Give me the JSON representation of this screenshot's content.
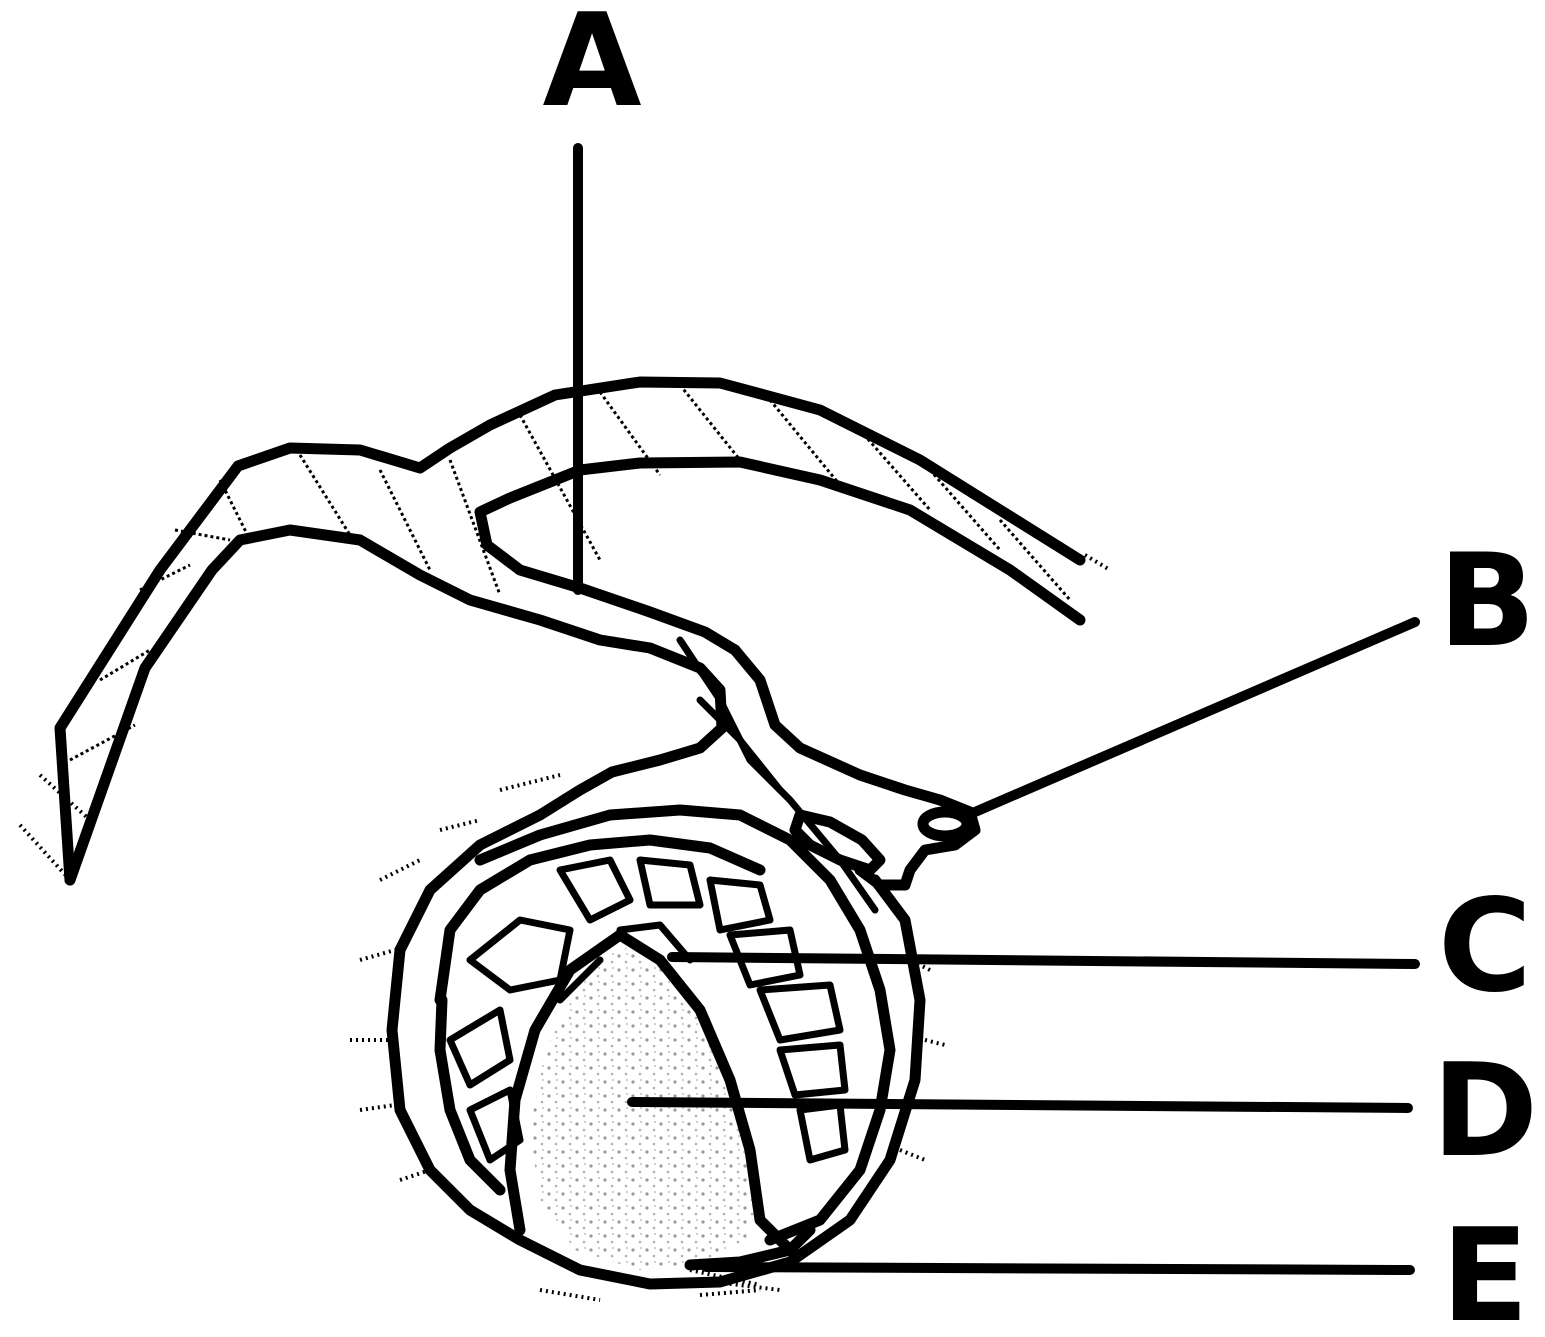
{
  "labels": {
    "a": "A",
    "b": "B",
    "c": "C",
    "d": "D",
    "e": "E"
  },
  "colors": {
    "ink": "#000000",
    "paper": "#ffffff",
    "stipple": "#9a9a9a"
  }
}
